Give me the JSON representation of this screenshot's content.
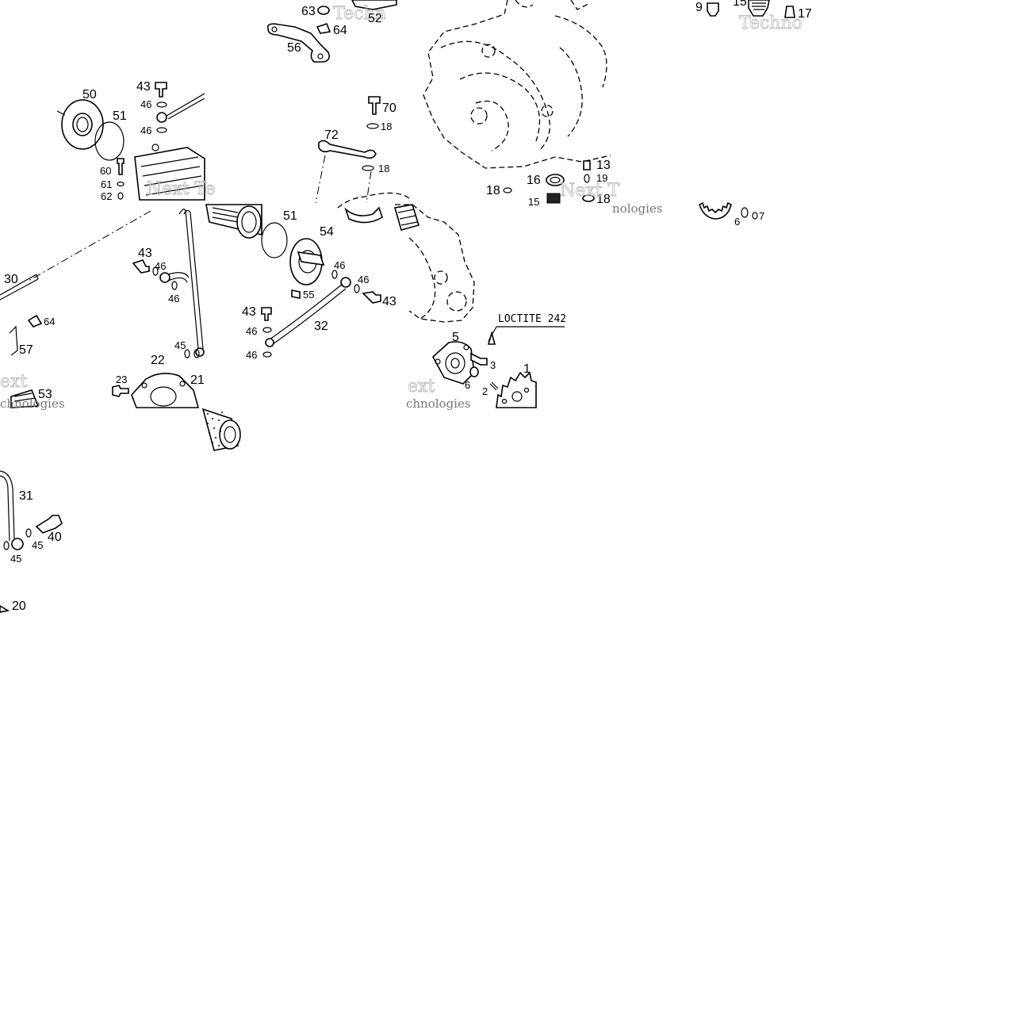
{
  "callouts": {
    "c1": "63",
    "c2": "52",
    "c3": "64",
    "c4": "56",
    "c5": "9",
    "c6": "15",
    "c7": "17",
    "c8": "50",
    "c9": "51",
    "c10": "43",
    "c11": "46",
    "c12": "46",
    "c13": "60",
    "c14": "61",
    "c15": "62",
    "c16": "70",
    "c17": "18",
    "c18": "72",
    "c19": "18",
    "c20": "13",
    "c21": "19",
    "c22": "16",
    "c23": "18",
    "c24": "15",
    "c25": "18",
    "c26": "6",
    "c27": "7",
    "c28": "51",
    "c29": "54",
    "c30": "43",
    "c31": "46",
    "c32": "46",
    "c33": "46",
    "c34": "46",
    "c35": "43",
    "c36": "55",
    "c37": "30",
    "c38": "64",
    "c39": "57",
    "c40": "43",
    "c41": "46",
    "c42": "46",
    "c43": "32",
    "c44": "45",
    "c45": "22",
    "c46": "21",
    "c47": "23",
    "c48": "53",
    "c49": "5",
    "c50": "3",
    "c51": "6",
    "c52": "2",
    "c53": "1",
    "c54": "31",
    "c55": "40",
    "c56": "45",
    "c57": "45",
    "c58": "20"
  },
  "note": "LOCTITE 242",
  "watermarks": [
    "Techn",
    "Techno",
    "Next Te",
    "Next T",
    "nologies",
    "ext",
    "chnologies",
    "ext",
    "chnologies"
  ]
}
